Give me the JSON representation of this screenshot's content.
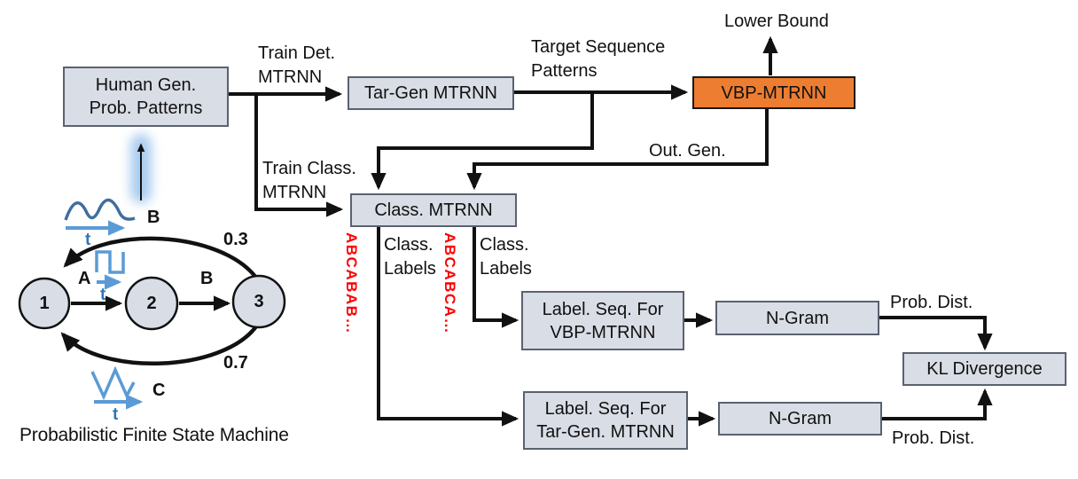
{
  "colors": {
    "node_fill": "#D9DDE6",
    "node_border": "#5A6270",
    "accent_orange": "#ED7D31",
    "wave_dark_blue": "#3F6E9E",
    "wave_light_blue": "#5B9BD5",
    "time_label_blue": "#2E74B5",
    "sequence_red": "#FE0000",
    "glow_blue": "#A9CCEF",
    "line_black": "#111111"
  },
  "nodes": {
    "human_gen": "Human Gen.\nProb. Patterns",
    "tar_gen": "Tar-Gen MTRNN",
    "vbp": "VBP-MTRNN",
    "class_mtrnn": "Class. MTRNN",
    "label_seq_vbp": "Label. Seq. For\nVBP-MTRNN",
    "ngram_top": "N-Gram",
    "kl_divergence": "KL Divergence",
    "label_seq_targen": "Label. Seq. For\nTar-Gen. MTRNN",
    "ngram_bottom": "N-Gram"
  },
  "edge_labels": {
    "train_det": "Train Det.\nMTRNN",
    "train_class": "Train Class.\nMTRNN",
    "target_sequence": "Target Sequence\nPatterns",
    "lower_bound": "Lower Bound",
    "out_gen": "Out. Gen.",
    "class_labels_left": "Class.\nLabels",
    "class_labels_right": "Class.\nLabels",
    "sequence_left": "ABCABAB…",
    "sequence_right": "ABCABCA…",
    "prob_dist_top": "Prob. Dist.",
    "prob_dist_bottom": "Prob. Dist."
  },
  "fsm": {
    "caption": "Probabilistic Finite State Machine",
    "states": [
      "1",
      "2",
      "3"
    ],
    "transition_a": "A",
    "transition_b_mid": "B",
    "transition_b_top": "B",
    "transition_c": "C",
    "prob_top": "0.3",
    "prob_bottom": "0.7",
    "time_axis": "t"
  }
}
